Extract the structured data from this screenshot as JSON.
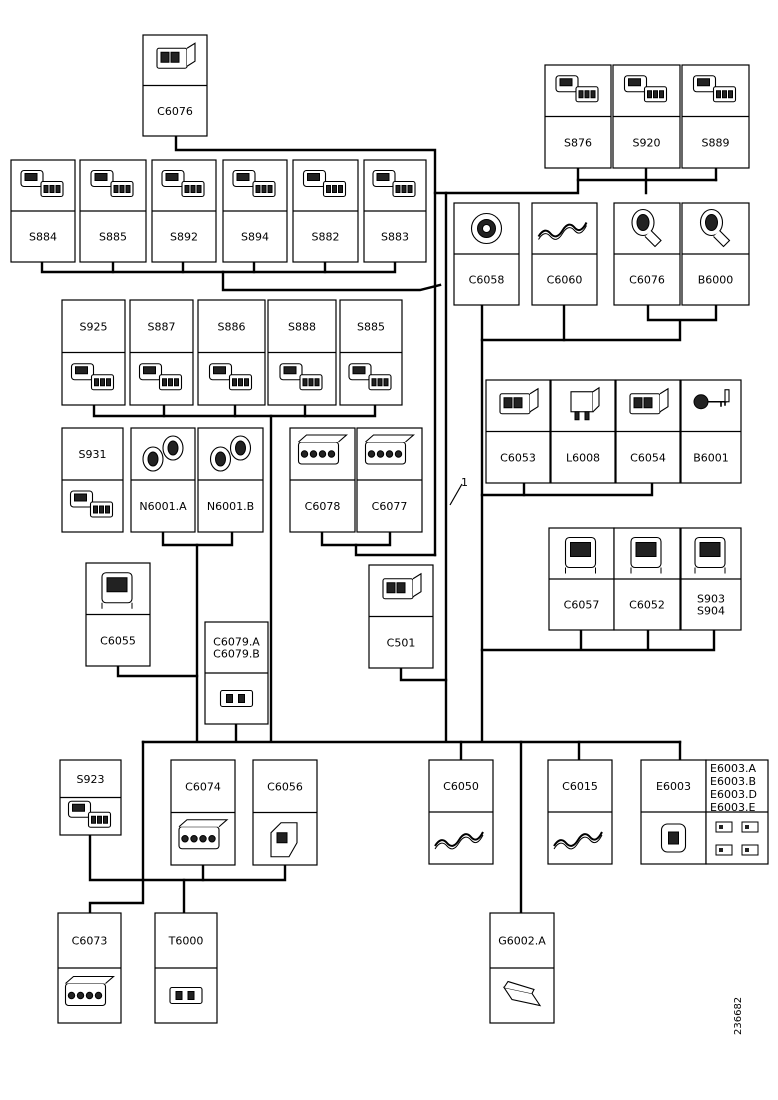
{
  "components": [
    {
      "id": "C6076a",
      "label": "C6076",
      "icon": "connector-plug"
    },
    {
      "id": "S876",
      "label": "S876",
      "icon": "switch"
    },
    {
      "id": "S920",
      "label": "S920",
      "icon": "switch"
    },
    {
      "id": "S889",
      "label": "S889",
      "icon": "switch"
    },
    {
      "id": "S884",
      "label": "S884",
      "icon": "switch"
    },
    {
      "id": "S885a",
      "label": "S885",
      "icon": "switch"
    },
    {
      "id": "S892",
      "label": "S892",
      "icon": "switch"
    },
    {
      "id": "S894",
      "label": "S894",
      "icon": "switch"
    },
    {
      "id": "S882",
      "label": "S882",
      "icon": "switch"
    },
    {
      "id": "S883",
      "label": "S883",
      "icon": "switch"
    },
    {
      "id": "C6058a",
      "label": "C6058",
      "icon": "round-socket"
    },
    {
      "id": "C6060",
      "label": "C6060",
      "icon": "wire-splice"
    },
    {
      "id": "C6076b",
      "label": "C6076",
      "icon": "bulb-holder"
    },
    {
      "id": "B6000",
      "label": "B6000",
      "icon": "bulb-holder"
    },
    {
      "id": "S925",
      "label": "S925",
      "icon": "switch"
    },
    {
      "id": "S887",
      "label": "S887",
      "icon": "switch"
    },
    {
      "id": "S886",
      "label": "S886",
      "icon": "switch"
    },
    {
      "id": "S888",
      "label": "S888",
      "icon": "switch"
    },
    {
      "id": "S885b",
      "label": "S885",
      "icon": "switch"
    },
    {
      "id": "C6053",
      "label": "C6053",
      "icon": "connector-plug"
    },
    {
      "id": "L6008",
      "label": "L6008",
      "icon": "relay"
    },
    {
      "id": "C6054",
      "label": "C6054",
      "icon": "connector-plug"
    },
    {
      "id": "B6001",
      "label": "B6001",
      "icon": "key-sensor"
    },
    {
      "id": "S931",
      "label": "S931",
      "icon": "switch"
    },
    {
      "id": "N6001A",
      "label": "N6001.A",
      "icon": "lamp-pair"
    },
    {
      "id": "N6001B",
      "label": "N6001.B",
      "icon": "lamp-pair"
    },
    {
      "id": "C6078",
      "label": "C6078",
      "icon": "connector-block"
    },
    {
      "id": "C6077",
      "label": "C6077",
      "icon": "connector-block"
    },
    {
      "id": "C6057",
      "label": "C6057",
      "icon": "harness-connector"
    },
    {
      "id": "C6052",
      "label": "C6052",
      "icon": "harness-connector"
    },
    {
      "id": "S903",
      "label": "S903",
      "label2": "S904",
      "icon": "harness-connector"
    },
    {
      "id": "C6055",
      "label": "C6055",
      "icon": "harness-connector"
    },
    {
      "id": "C501",
      "label": "C501",
      "icon": "connector-plug"
    },
    {
      "id": "C6079",
      "label": "C6079.A",
      "label2": "C6079.B",
      "icon": "small-plug"
    },
    {
      "id": "S923",
      "label": "S923",
      "icon": "switch"
    },
    {
      "id": "C6074",
      "label": "C6074",
      "icon": "connector-block"
    },
    {
      "id": "C6056",
      "label": "C6056",
      "icon": "angled-connector"
    },
    {
      "id": "C6050",
      "label": "C6050",
      "icon": "wire-splice"
    },
    {
      "id": "C6015",
      "label": "C6015",
      "icon": "wire-splice"
    },
    {
      "id": "E6003",
      "label": "E6003",
      "icon": "fuse-holder"
    },
    {
      "id": "C6073",
      "label": "C6073",
      "icon": "connector-block"
    },
    {
      "id": "T6000",
      "label": "T6000",
      "icon": "small-plug"
    },
    {
      "id": "G6002A",
      "label": "G6002.A",
      "icon": "ground-terminal"
    }
  ],
  "e6003_sublabels": [
    "E6003.A",
    "E6003.B",
    "E6003.D",
    "E6003.E"
  ],
  "harness_label": "1",
  "document_id": "236682"
}
